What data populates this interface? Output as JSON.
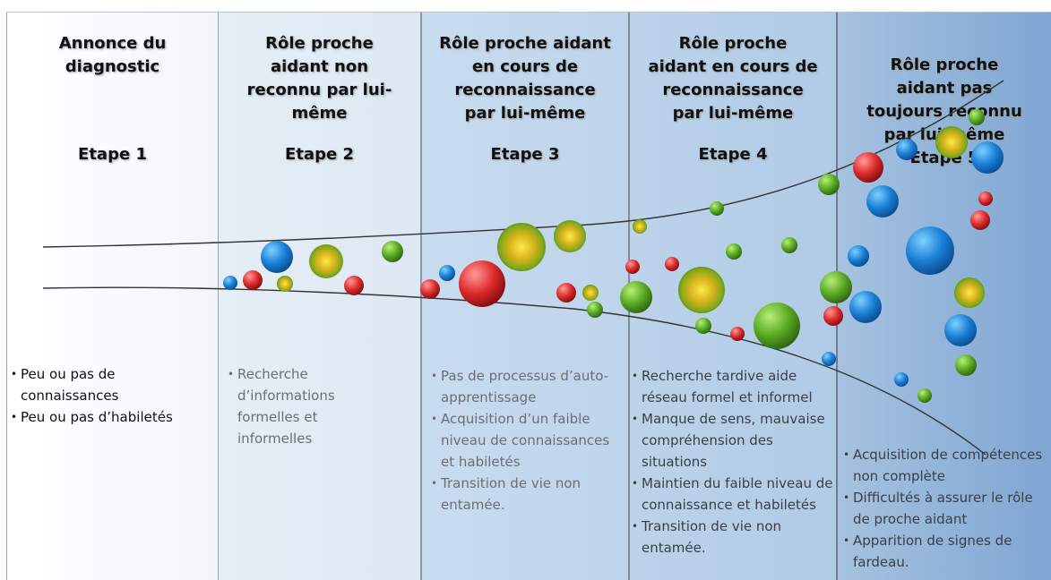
{
  "columns": [
    {
      "title": [
        "Annonce du",
        "diagnostic"
      ],
      "step": "Etape 1",
      "bullets": [
        "Peu ou pas de connaissances",
        "Peu ou pas d’habiletés"
      ]
    },
    {
      "title": [
        "Rôle  proche",
        "aidant non",
        "reconnu par lui-",
        "même"
      ],
      "step": "Etape 2",
      "bullets": [
        "Recherche d’informations formelles et informelles"
      ]
    },
    {
      "title": [
        "Rôle proche aidant",
        "en cours de",
        "reconnaissance",
        "par lui-même"
      ],
      "step": "Etape 3",
      "bullets": [
        "Pas de processus d’auto-apprentissage",
        "Acquisition d’un faible niveau de connaissances et habiletés",
        "Transition de vie non entamée."
      ]
    },
    {
      "title": [
        "Rôle proche",
        "aidant en cours de",
        "reconnaissance",
        "par lui-même"
      ],
      "step": "Etape 4",
      "bullets": [
        "Recherche tardive aide réseau formel et informel",
        "Manque de sens, mauvaise compréhension des situations",
        "Maintien du faible niveau de connaissance et habiletés",
        "Transition de vie non entamée."
      ]
    },
    {
      "title": [
        "Rôle proche",
        "aidant pas",
        "toujours reconnu",
        "par lui-même"
      ],
      "step": "Etape 5",
      "bullets": [
        "Acquisition  de compétences non complète",
        "Difficultés à assurer le rôle de proche aidant",
        "Apparition de signes de fardeau."
      ]
    }
  ],
  "bubble_colors": {
    "blue": [
      "#7fd0ff",
      "#1a7fd6",
      "#0a4a8c"
    ],
    "red": [
      "#ff9b9b",
      "#dd2a2a",
      "#7d0d0d"
    ],
    "green": [
      "#b8ef78",
      "#5aa924",
      "#2d6210"
    ],
    "olive": [
      "#ffe84a",
      "#7fa81c",
      "#3e6a10"
    ]
  }
}
